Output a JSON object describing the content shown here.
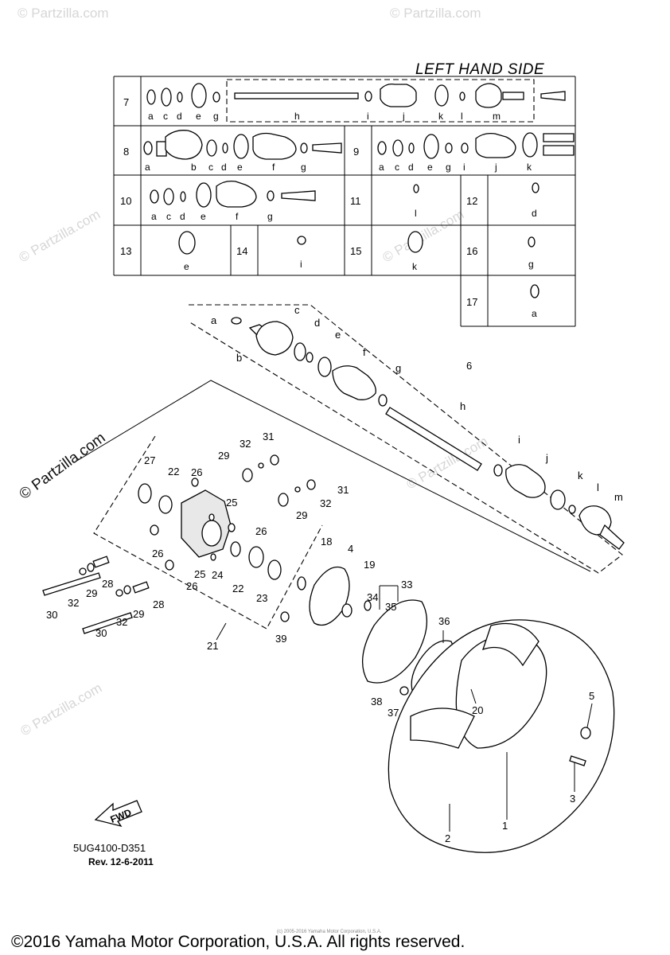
{
  "header": {
    "title": "LEFT HAND SIDE"
  },
  "table": {
    "rows": [
      {
        "num": "7",
        "letters": [
          "a",
          "c",
          "d",
          "e",
          "g",
          "h",
          "i",
          "j",
          "k",
          "l",
          "m"
        ]
      },
      {
        "num": "8",
        "letters": [
          "a",
          "b",
          "c",
          "d",
          "e",
          "f",
          "g"
        ]
      },
      {
        "num": "9",
        "letters": [
          "a",
          "c",
          "d",
          "e",
          "g",
          "i",
          "j",
          "k"
        ]
      },
      {
        "num": "10",
        "letters": [
          "a",
          "c",
          "d",
          "e",
          "f",
          "g"
        ]
      },
      {
        "num": "11",
        "letters": [
          "l"
        ]
      },
      {
        "num": "12",
        "letters": [
          "d"
        ]
      },
      {
        "num": "13",
        "letters": [
          "e"
        ]
      },
      {
        "num": "14",
        "letters": [
          "i"
        ]
      },
      {
        "num": "15",
        "letters": [
          "k"
        ]
      },
      {
        "num": "16",
        "letters": [
          "g"
        ]
      },
      {
        "num": "17",
        "letters": [
          "a"
        ]
      }
    ]
  },
  "shaft_letters": [
    "a",
    "b",
    "c",
    "d",
    "e",
    "f",
    "g",
    "h",
    "i",
    "j",
    "k",
    "l",
    "m"
  ],
  "shaft_ref": "6",
  "callouts": [
    "1",
    "2",
    "3",
    "4",
    "5",
    "18",
    "19",
    "20",
    "21",
    "22",
    "22",
    "23",
    "24",
    "25",
    "25",
    "26",
    "26",
    "26",
    "26",
    "27",
    "28",
    "28",
    "29",
    "29",
    "29",
    "29",
    "30",
    "30",
    "31",
    "31",
    "32",
    "32",
    "32",
    "32",
    "33",
    "34",
    "35",
    "36",
    "37",
    "38",
    "39"
  ],
  "watermarks": {
    "brand": "© Partzilla.com"
  },
  "fwd_label": "FWD",
  "diagram_code": "5UG4100-D351",
  "revision": "Rev. 12-6-2011",
  "tiny_copyright": "(c) 2005-2016 Yamaha Motor Corporation, U.S.A.",
  "copyright": "©2016 Yamaha Motor Corporation, U.S.A. All rights reserved.",
  "colors": {
    "line": "#000000",
    "watermark": "#d6d6d6",
    "background": "#ffffff"
  }
}
